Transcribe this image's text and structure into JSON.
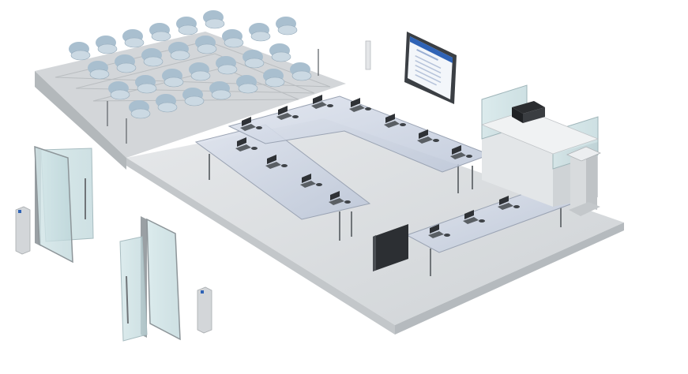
{
  "scene": {
    "kind": "isometric conference room illustration",
    "colors": {
      "background": "#ffffff",
      "floor": "#d9dcde",
      "floor_edge": "#b9bdc0",
      "tier": "#c9cccf",
      "seat": "#b7c9d6",
      "glass": "#c6dde0",
      "table_glass": "#c9d2e3",
      "dark": "#2c2f33",
      "metal": "#8d9297"
    },
    "screen_text": "",
    "objects": [
      {
        "name": "tiered-seating",
        "icon": "seat-icon",
        "count": 28
      },
      {
        "name": "u-shaped-conference-table",
        "icon": "table-icon"
      },
      {
        "name": "delegate-units",
        "icon": "microphone-icon"
      },
      {
        "name": "wall-display",
        "icon": "monitor-icon"
      },
      {
        "name": "interpreter-booth",
        "icon": "booth-icon"
      },
      {
        "name": "glass-doors",
        "icon": "door-icon",
        "count": 2
      },
      {
        "name": "access-pillars",
        "icon": "pillar-icon",
        "count": 2
      },
      {
        "name": "lectern",
        "icon": "lectern-icon"
      },
      {
        "name": "floor-monitor",
        "icon": "screen-icon"
      }
    ]
  }
}
